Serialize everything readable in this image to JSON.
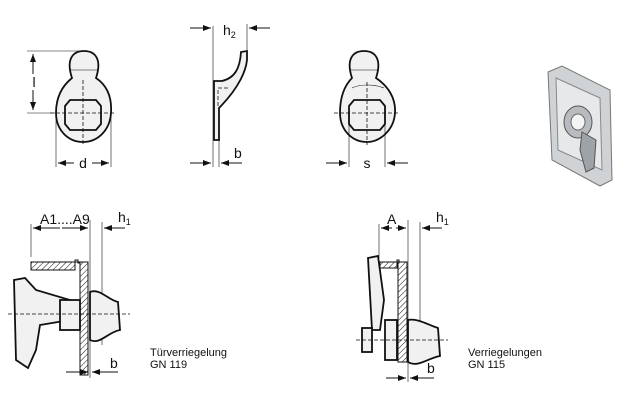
{
  "top_views": {
    "front": {
      "dim_l": "l",
      "dim_d": "d"
    },
    "side": {
      "dim_h2_main": "h",
      "dim_h2_sub": "2",
      "dim_b": "b"
    },
    "back": {
      "dim_s": "s"
    }
  },
  "gn119": {
    "dim_a": "A1....A9",
    "dim_h1_main": "h",
    "dim_h1_sub": "1",
    "dim_b": "b",
    "caption_title": "Türverriegelung",
    "caption_code": "GN 119"
  },
  "gn115": {
    "dim_a": "A",
    "dim_h1_main": "h",
    "dim_h1_sub": "1",
    "dim_b": "b",
    "caption_title": "Verriegelungen",
    "caption_code": "GN 115"
  }
}
